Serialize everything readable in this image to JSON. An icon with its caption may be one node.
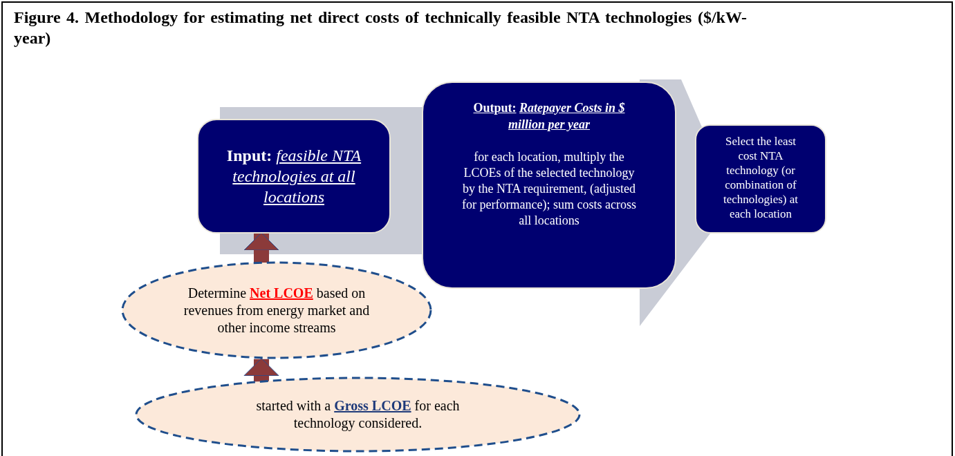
{
  "diagram": {
    "title": "Figure 4. Methodology for estimating net direct costs of technically feasible NTA technologies ($/kW-year)",
    "nodes": [
      {
        "text": [
          "Input:",
          "feasible NTA technologies at all locations"
        ]
      },
      {
        "text": [
          "Output:",
          "Ratepayer Costs in $ million per year",
          "for each location, multiply the LCOEs of the selected technology by the NTA requirement, (adjusted for performance); sum costs across all locations"
        ]
      },
      {
        "text": [
          "Select the least cost NTA technology (or combination of technologies) at each location"
        ]
      },
      {
        "text": [
          "Determine **Net LCOE** based on revenues from energy market and other income streams"
        ]
      },
      {
        "text": [
          "started with a **Gross LCOE** for each technology considered."
        ]
      }
    ],
    "edges": [
      {
        "from": 4,
        "to": 3,
        "arrow": "to"
      },
      {
        "from": 3,
        "to": 0,
        "arrow": "to"
      }
    ]
  }
}
